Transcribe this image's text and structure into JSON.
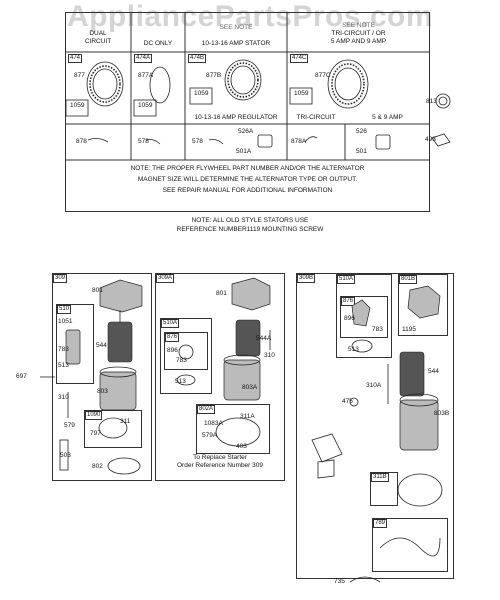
{
  "watermark": "AppliancePartsPros.com",
  "top_table": {
    "headers": {
      "dual_circuit": "DUAL\nCIRCUIT",
      "dc_only": "DC ONLY",
      "see_note_1": "SEE NOTE",
      "stator_10_13_16": "10-13-16 AMP STATOR",
      "see_note_2": "SEE NOTE",
      "tri_circuit": "TRI-CIRCUIT / OR\n5 AMP AND 9 AMP",
      "regulator_10_13_16": "10-13-16 AMP REGULATOR",
      "tri_circuit_2": "TRI-CIRCUIT",
      "amp_5_9": "5 & 9 AMP"
    },
    "tags": [
      "474",
      "474A",
      "474B",
      "474C"
    ],
    "labels": {
      "p877": "877",
      "p877a": "877A",
      "p877b": "877B",
      "p877c": "877C",
      "p1059a": "1059",
      "p1059b": "1059",
      "p1059c": "1059",
      "p1059d": "1059",
      "p878": "878",
      "p578a": "578",
      "p578b": "578",
      "p526a": "526A",
      "p501a": "501A",
      "p878a": "878A",
      "p526": "526",
      "p501": "501"
    },
    "note": "NOTE: THE PROPER FLYWHEEL PART NUMBER AND/OR THE ALTERNATOR\nMAGNET SIZE WILL DETERMINE THE ALTERNATOR TYPE OR OUTPUT.\nSEE REPAIR MANUAL FOR ADDITIONAL INFORMATION"
  },
  "side_labels": {
    "p813": "813",
    "p493": "493"
  },
  "middle_note": "NOTE: ALL OLD STYLE STATORS USE\nREFERENCE NUMBER1119   MOUNTING SCREW",
  "panel_309": {
    "tag": "309",
    "sub_tag_510": "510",
    "sub_tag_1090": "1090",
    "labels": {
      "p801": "801",
      "p1051": "1051",
      "p783": "783",
      "p513": "513",
      "p544": "544",
      "p310": "310",
      "p803": "803",
      "p579": "579",
      "p797": "797",
      "p311": "311",
      "p503": "503",
      "p802": "802",
      "p697": "697"
    }
  },
  "panel_309a": {
    "tag": "309A",
    "sub_tag_510a": "510A",
    "sub_tag_876": "876",
    "sub_tag_802a": "802A",
    "labels": {
      "p801": "801",
      "p544a": "544A",
      "p310": "310",
      "p896": "896",
      "p783": "783",
      "p513": "513",
      "p803a": "803A",
      "p311a": "311A",
      "p1083a": "1083A",
      "p579a": "579A",
      "p403": "403"
    },
    "replace_note": "To Replace Starter\nOrder Reference Number 309"
  },
  "panel_309b": {
    "tag": "309B",
    "sub_tag_510a": "510A",
    "sub_tag_876": "876",
    "sub_tag_801b": "801B",
    "sub_tag_311b": "311B",
    "sub_tag_789": "789",
    "labels": {
      "p896": "896",
      "p783": "783",
      "p513": "513",
      "p1195": "1195",
      "p310a": "310A",
      "p475": "475",
      "p544": "544",
      "p803b": "803B",
      "p735": "735"
    }
  }
}
